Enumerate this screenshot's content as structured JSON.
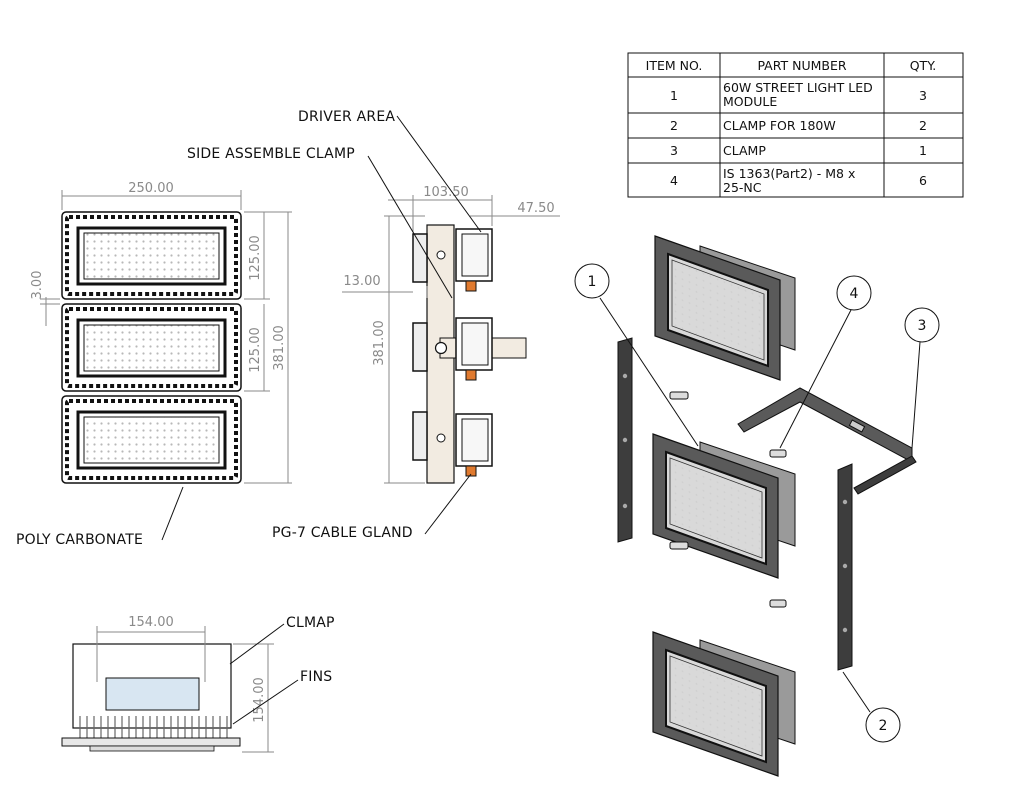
{
  "bom": {
    "headers": [
      "ITEM NO.",
      "PART NUMBER",
      "QTY."
    ],
    "rows": [
      {
        "item": "1",
        "part_lines": [
          "60W STREET LIGHT LED",
          "MODULE"
        ],
        "qty": "3"
      },
      {
        "item": "2",
        "part_lines": [
          "CLAMP FOR 180W"
        ],
        "qty": "2"
      },
      {
        "item": "3",
        "part_lines": [
          "CLAMP"
        ],
        "qty": "1"
      },
      {
        "item": "4",
        "part_lines": [
          "IS 1363(Part2) - M8 x",
          "25-NC"
        ],
        "qty": "6"
      }
    ]
  },
  "front_view": {
    "dim_width": "250.00",
    "dim_gap": "3.00",
    "dim_module_h1": "125.00",
    "dim_module_h2": "125.00",
    "dim_total": "381.00",
    "label_poly": "POLY CARBONATE"
  },
  "side_view": {
    "label_driver": "DRIVER AREA",
    "label_clamp": "SIDE ASSEMBLE CLAMP",
    "label_gland": "PG-7 CABLE GLAND",
    "dim_depth": "103.50",
    "dim_driver": "47.50",
    "dim_plate": "13.00",
    "dim_total": "381.00"
  },
  "bottom_view": {
    "dim_width": "154.00",
    "dim_height": "154.00",
    "label_clamp": "CLMAP",
    "label_fins": "FINS"
  },
  "balloons": [
    "1",
    "2",
    "3",
    "4"
  ],
  "colors": {
    "line": "#111111",
    "dimension": "#8a8a8a",
    "lens": "#d8e6f2",
    "body": "#5a5a5a",
    "clamp": "#3d3d3d"
  }
}
